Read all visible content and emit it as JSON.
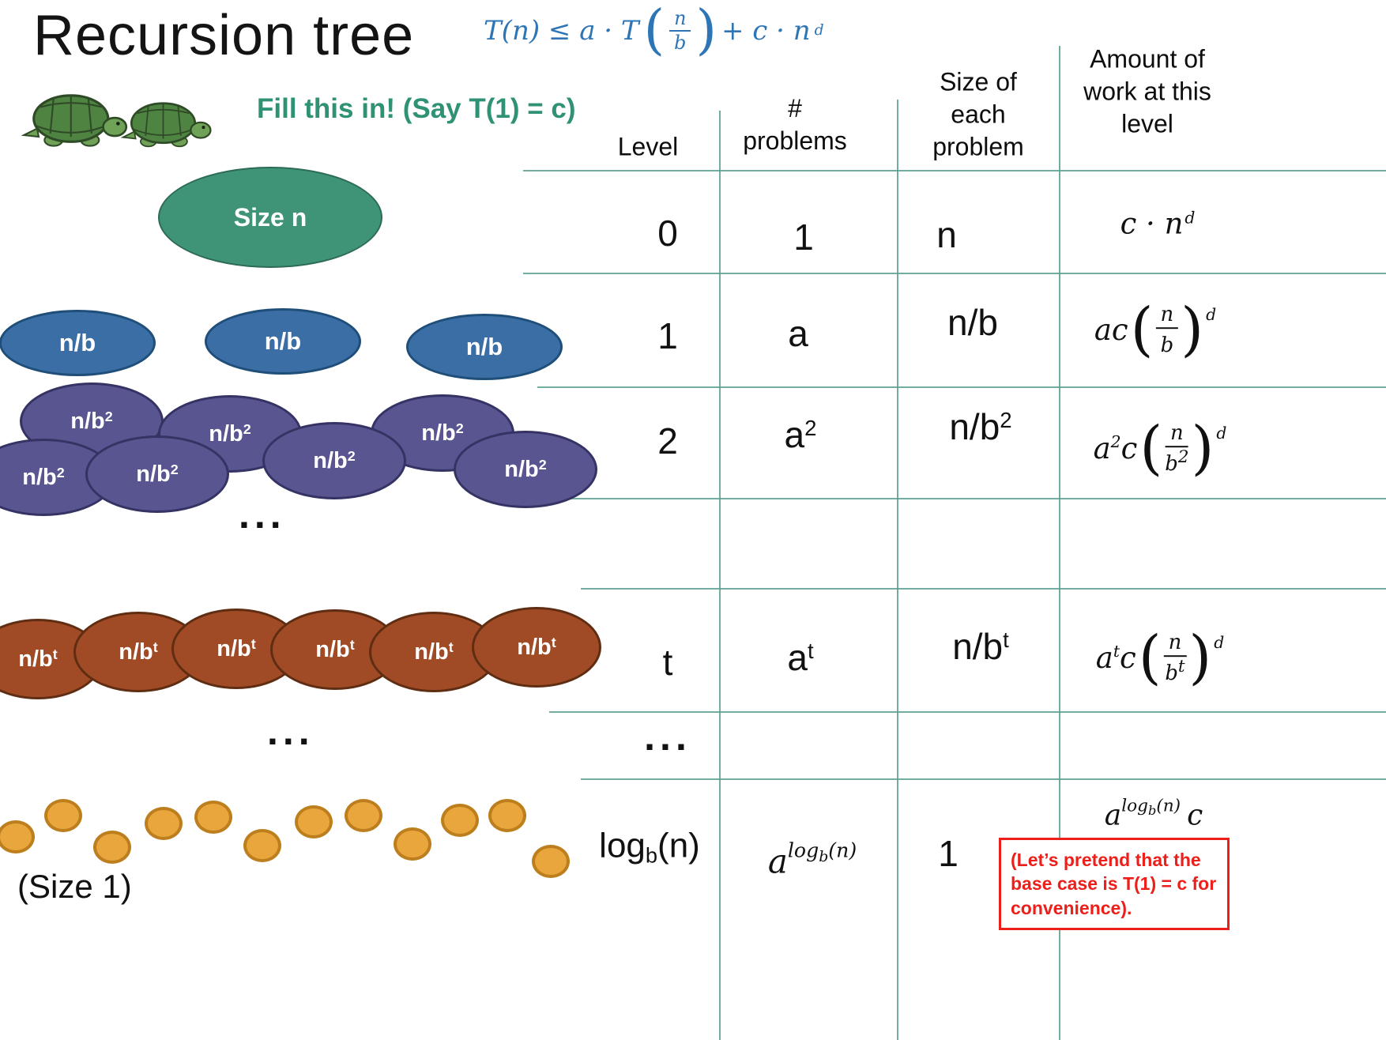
{
  "slide": {
    "title": "Recursion tree",
    "fill_in_note": "Fill this in! (Say T(1) = c)",
    "size_one_label": "(Size 1)",
    "dots": "...",
    "colors": {
      "formula_blue": "#2E75B6",
      "fill_note_green": "#2F9274",
      "table_line_teal": "#5B9E8F",
      "note_red": "#EC1F1A",
      "root_green": "#3F9478",
      "level1_blue": "#3A6EA5",
      "level2_purple": "#585590",
      "levelt_brown": "#A04B26",
      "leaf_orange": "#E8A63C"
    }
  },
  "formula": {
    "lhs": "T(n) ≤ a · T",
    "open": "(",
    "close": ")",
    "num": "n",
    "den": "b",
    "rhs": "+ c · n",
    "rhs_exp": "d"
  },
  "tree": {
    "root_label": "Size n",
    "level1_label": "n/b",
    "level2_label": {
      "base": "n/b",
      "exp": "2"
    },
    "levelt_label": {
      "base": "n/b",
      "exp": "t"
    }
  },
  "table": {
    "headers": {
      "level": "Level",
      "problems": [
        "#",
        "problems"
      ],
      "size": [
        "Size of",
        "each",
        "problem"
      ],
      "work": [
        "Amount of",
        "work at this",
        "level"
      ]
    },
    "rows": [
      {
        "level": "0",
        "problems_base": "1",
        "problems_exp": "",
        "size_base": "n",
        "size_exp": "",
        "work_pre": "c · n",
        "work_exp": "d"
      },
      {
        "level": "1",
        "problems_base": "a",
        "problems_exp": "",
        "size_base": "n/b",
        "size_exp": "",
        "work": {
          "coef_base": "a",
          "coef_exp": "",
          "coef_tail": "c",
          "num": "n",
          "den_base": "b",
          "den_exp": "",
          "exp": "d"
        }
      },
      {
        "level": "2",
        "problems_base": "a",
        "problems_exp": "2",
        "size_base": "n/b",
        "size_exp": "2",
        "work": {
          "coef_base": "a",
          "coef_exp": "2",
          "coef_tail": "c",
          "num": "n",
          "den_base": "b",
          "den_exp": "2",
          "exp": "d"
        }
      },
      {
        "level": "t",
        "problems_base": "a",
        "problems_exp": "t",
        "size_base": "n/b",
        "size_exp": "t",
        "work": {
          "coef_base": "a",
          "coef_exp": "t",
          "coef_tail": "c",
          "num": "n",
          "den_base": "b",
          "den_exp": "t",
          "exp": "d"
        }
      },
      {
        "level_pre": "log",
        "level_sub": "b",
        "level_post": "(n)",
        "problems_base": "a",
        "problems_sup_pre": "log",
        "problems_sup_sub": "b",
        "problems_sup_post": "(n)",
        "size_base": "1",
        "work_base": "a",
        "work_sup_pre": "log",
        "work_sup_sub": "b",
        "work_sup_post": "(n)",
        "work_tail": "c"
      }
    ]
  },
  "note": {
    "lines": [
      "(Let’s pretend that the",
      "base case is T(1) = c for",
      "convenience)."
    ]
  }
}
